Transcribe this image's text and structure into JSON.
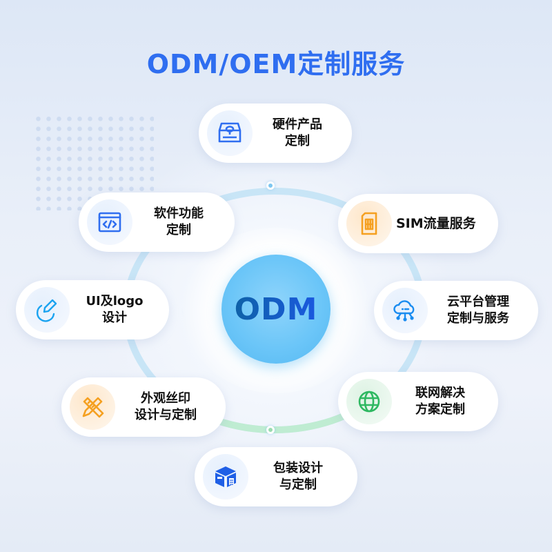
{
  "header": {
    "title": "ODM/OEM定制服务"
  },
  "center": {
    "label": "ODM"
  },
  "colors": {
    "title": "#2f6ef0",
    "blue_icon": "#2f6ef0",
    "orange_icon": "#f5a020",
    "green_icon": "#2eb861",
    "core": "#6cc6f8"
  },
  "services": [
    {
      "icon": "hardware-drive-icon",
      "line1": "硬件产品",
      "line2": "定制"
    },
    {
      "icon": "code-window-icon",
      "line1": "软件功能",
      "line2": "定制"
    },
    {
      "icon": "sim-card-icon",
      "line1": "SIM流量服务",
      "line2": ""
    },
    {
      "icon": "pen-design-icon",
      "line1": "UI及logo",
      "line2": "设计"
    },
    {
      "icon": "cloud-network-icon",
      "line1": "云平台管理",
      "line2": "定制与服务"
    },
    {
      "icon": "ruler-pencil-icon",
      "line1": "外观丝印",
      "line2": "设计与定制"
    },
    {
      "icon": "globe-icon",
      "line1": "联网解决",
      "line2": "方案定制"
    },
    {
      "icon": "package-box-icon",
      "line1": "包装设计",
      "line2": "与定制"
    }
  ]
}
